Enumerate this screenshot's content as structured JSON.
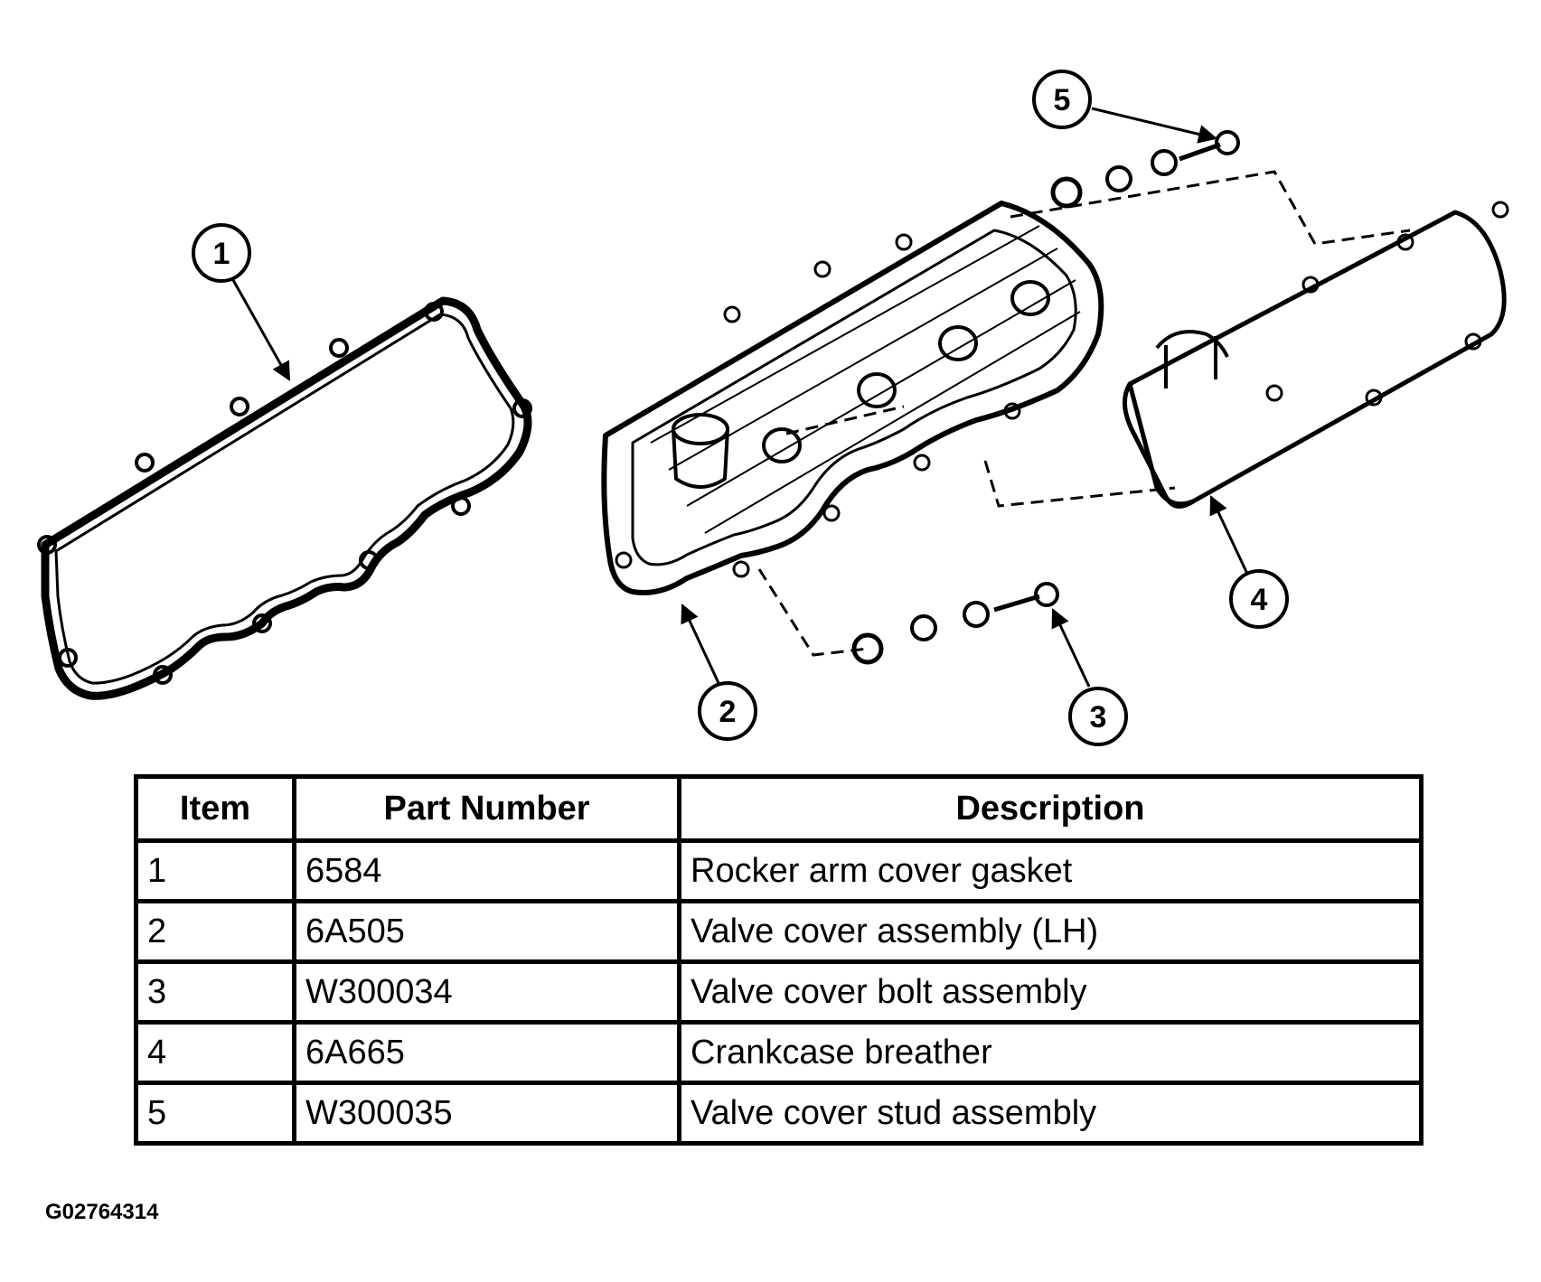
{
  "callouts": [
    "1",
    "2",
    "3",
    "4",
    "5"
  ],
  "table": {
    "headers": [
      "Item",
      "Part Number",
      "Description"
    ],
    "rows": [
      {
        "item": "1",
        "part_number": "6584",
        "description": "Rocker arm cover gasket"
      },
      {
        "item": "2",
        "part_number": "6A505",
        "description": "Valve cover assembly (LH)"
      },
      {
        "item": "3",
        "part_number": "W300034",
        "description": "Valve cover bolt assembly"
      },
      {
        "item": "4",
        "part_number": "6A665",
        "description": "Crankcase breather"
      },
      {
        "item": "5",
        "part_number": "W300035",
        "description": "Valve cover stud assembly"
      }
    ]
  },
  "figure_id": "G02764314"
}
